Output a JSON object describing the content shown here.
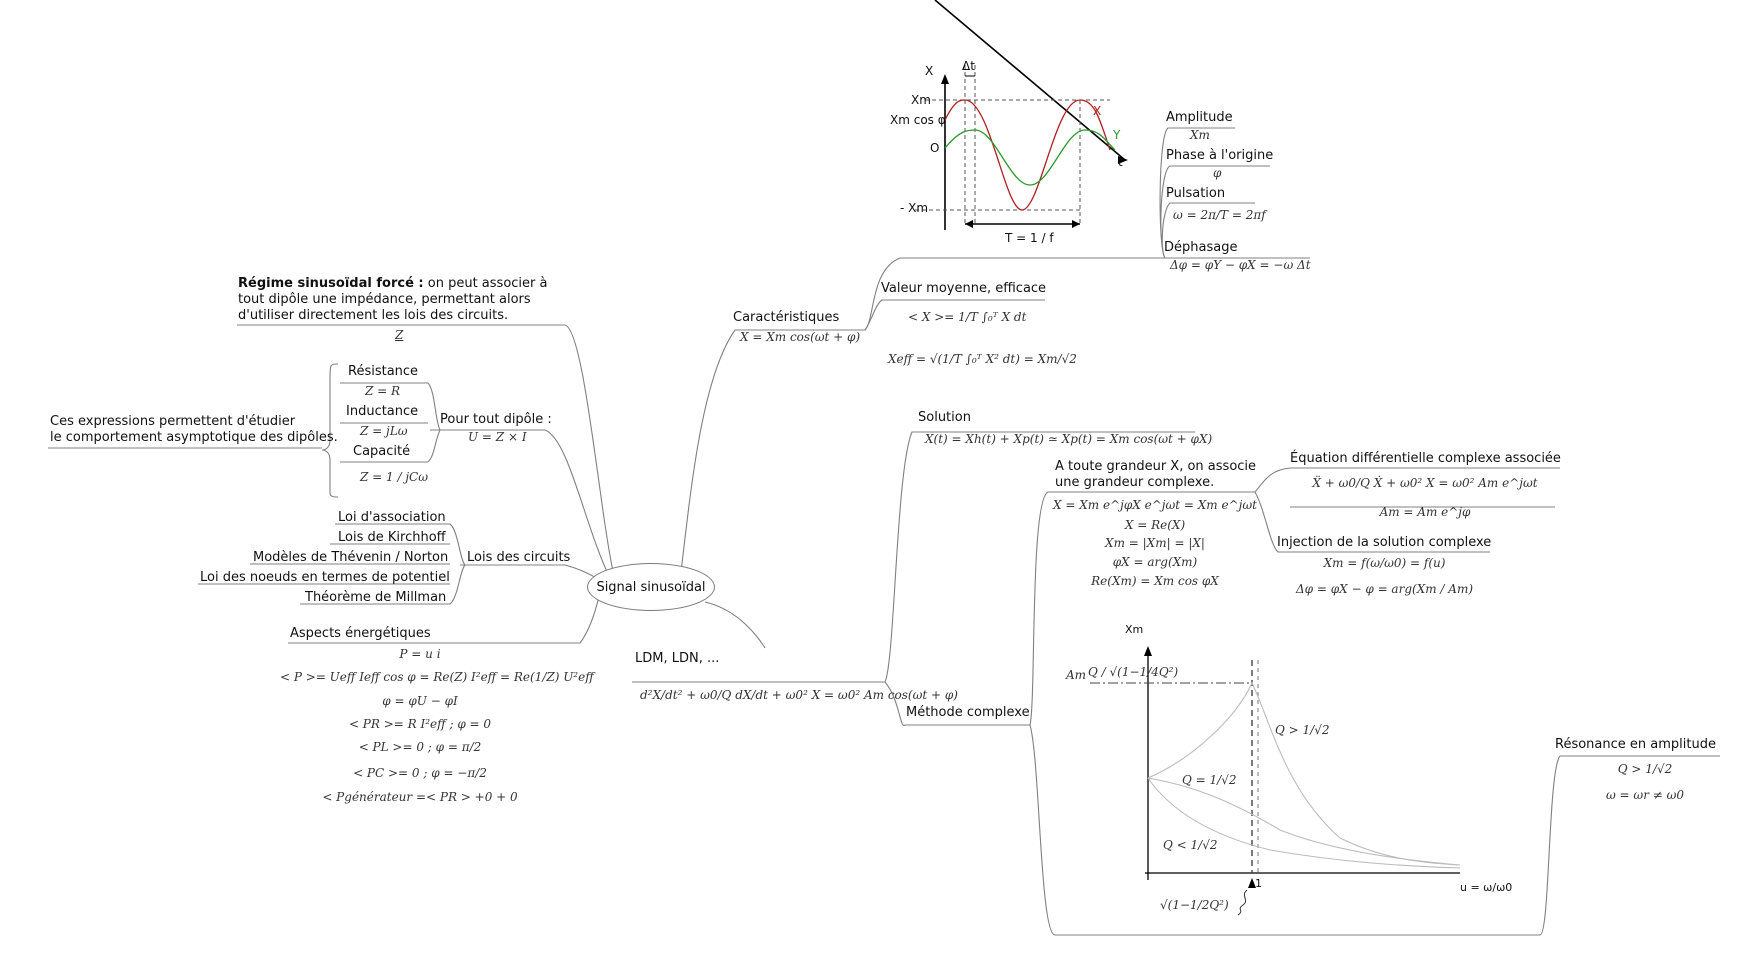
{
  "root": {
    "label": "Signal sinusoïdal"
  },
  "regime": {
    "title": "Régime sinusoïdal forcé :",
    "text": " on peut associer à tout dipôle une impédance, permettant alors d'utiliser directement les lois des circuits.",
    "formula": "Z"
  },
  "dipole": {
    "label": "Pour tout dipôle :",
    "formula": "U = Z × I",
    "items": [
      {
        "label": "Résistance",
        "formula": "Z = R"
      },
      {
        "label": "Inductance",
        "formula": "Z = jLω"
      },
      {
        "label": "Capacité",
        "formula": "Z = 1 / jCω"
      }
    ],
    "note_line1": "Ces expressions permettent d'étudier",
    "note_line2": "le comportement asymptotique des dipôles."
  },
  "lois": {
    "label": "Lois des circuits",
    "items": [
      "Loi d'association",
      "Lois de Kirchhoff",
      "Modèles de Thévenin / Norton",
      "Loi des noeuds en termes de potentiel",
      "Théorème de Millman"
    ]
  },
  "energie": {
    "label": "Aspects énergétiques",
    "formulas": [
      "P = u i",
      "< P >= Ueff Ieff cos φ = Re(Z) I²eff = Re(1/Z) U²eff",
      "φ = φU − φI",
      "< PR >= R I²eff ; φ = 0",
      "< PL >= 0 ; φ = π/2",
      "< PC >= 0 ; φ = −π/2",
      "< Pgénérateur =< PR > +0 + 0"
    ]
  },
  "carac": {
    "label": "Caractéristiques",
    "formula": "X = Xm cos(ωt + φ)",
    "moy_label": "Valeur moyenne, efficace",
    "moy_formula": "< X >= 1/T ∫₀ᵀ X dt",
    "eff_formula": "Xeff = √(1/T ∫₀ᵀ X² dt) = Xm/√2",
    "items": [
      {
        "label": "Amplitude",
        "formula": "Xm"
      },
      {
        "label": "Phase à l'origine",
        "formula": "φ"
      },
      {
        "label": "Pulsation",
        "formula": "ω = 2π/T = 2πf"
      },
      {
        "label": "Déphasage",
        "formula": "Δφ = φY − φX = −ω Δt"
      }
    ]
  },
  "graph1": {
    "x_label": "X",
    "t_label": "t",
    "dt_label": "Δt",
    "xm_label": "Xm",
    "xmcos_label": "Xm cos φ",
    "o_label": "O",
    "neg_label": "- Xm",
    "x_curve": "X",
    "y_curve": "Y",
    "period_label": "T = 1 / f",
    "color_x": "#b02020",
    "color_y": "#2a9a2a"
  },
  "ldm": {
    "label": "LDM, LDN, ...",
    "formula": "d²X/dt² + ω0/Q dX/dt + ω0² X = ω0² Am cos(ωt + φ)"
  },
  "solution": {
    "label": "Solution",
    "formula": "X(t) = Xh(t) + Xp(t) ≃ Xp(t) = Xm cos(ωt + φX)"
  },
  "methode": {
    "label": "Méthode complexe",
    "assoc_line1": "A toute grandeur X, on associe",
    "assoc_line2": "une grandeur complexe.",
    "assoc_formulas": [
      "X = Xm e^jφX e^jωt = Xm e^jωt",
      "X = Re(X)",
      "Xm = |Xm| = |X|",
      "φX = arg(Xm)",
      "Re(Xm) = Xm cos φX"
    ],
    "eq_label": "Équation différentielle complexe associée",
    "eq_formula1": "Ẍ + ω0/Q Ẋ + ω0² X = ω0² Am e^jωt",
    "eq_formula2": "Am = Am e^jφ",
    "inj_label": "Injection de la solution complexe",
    "inj_formula1": "Xm = f(ω/ω0) = f(u)",
    "inj_formula2": "Δφ = φX − φ = arg(Xm / Am)"
  },
  "graph2": {
    "y_label": "Xm",
    "am_label": "Am",
    "peak_label": "Q / √(1−1/4Q²)",
    "q_gt": "Q > 1/√2",
    "q_eq": "Q = 1/√2",
    "q_lt": "Q < 1/√2",
    "one_label": "1",
    "u_label": "u = ω/ω0",
    "root_label": "√(1−1/2Q²)"
  },
  "resonance": {
    "label": "Résonance en amplitude",
    "formula1": "Q > 1/√2",
    "formula2": "ω = ωr ≠ ω0"
  }
}
